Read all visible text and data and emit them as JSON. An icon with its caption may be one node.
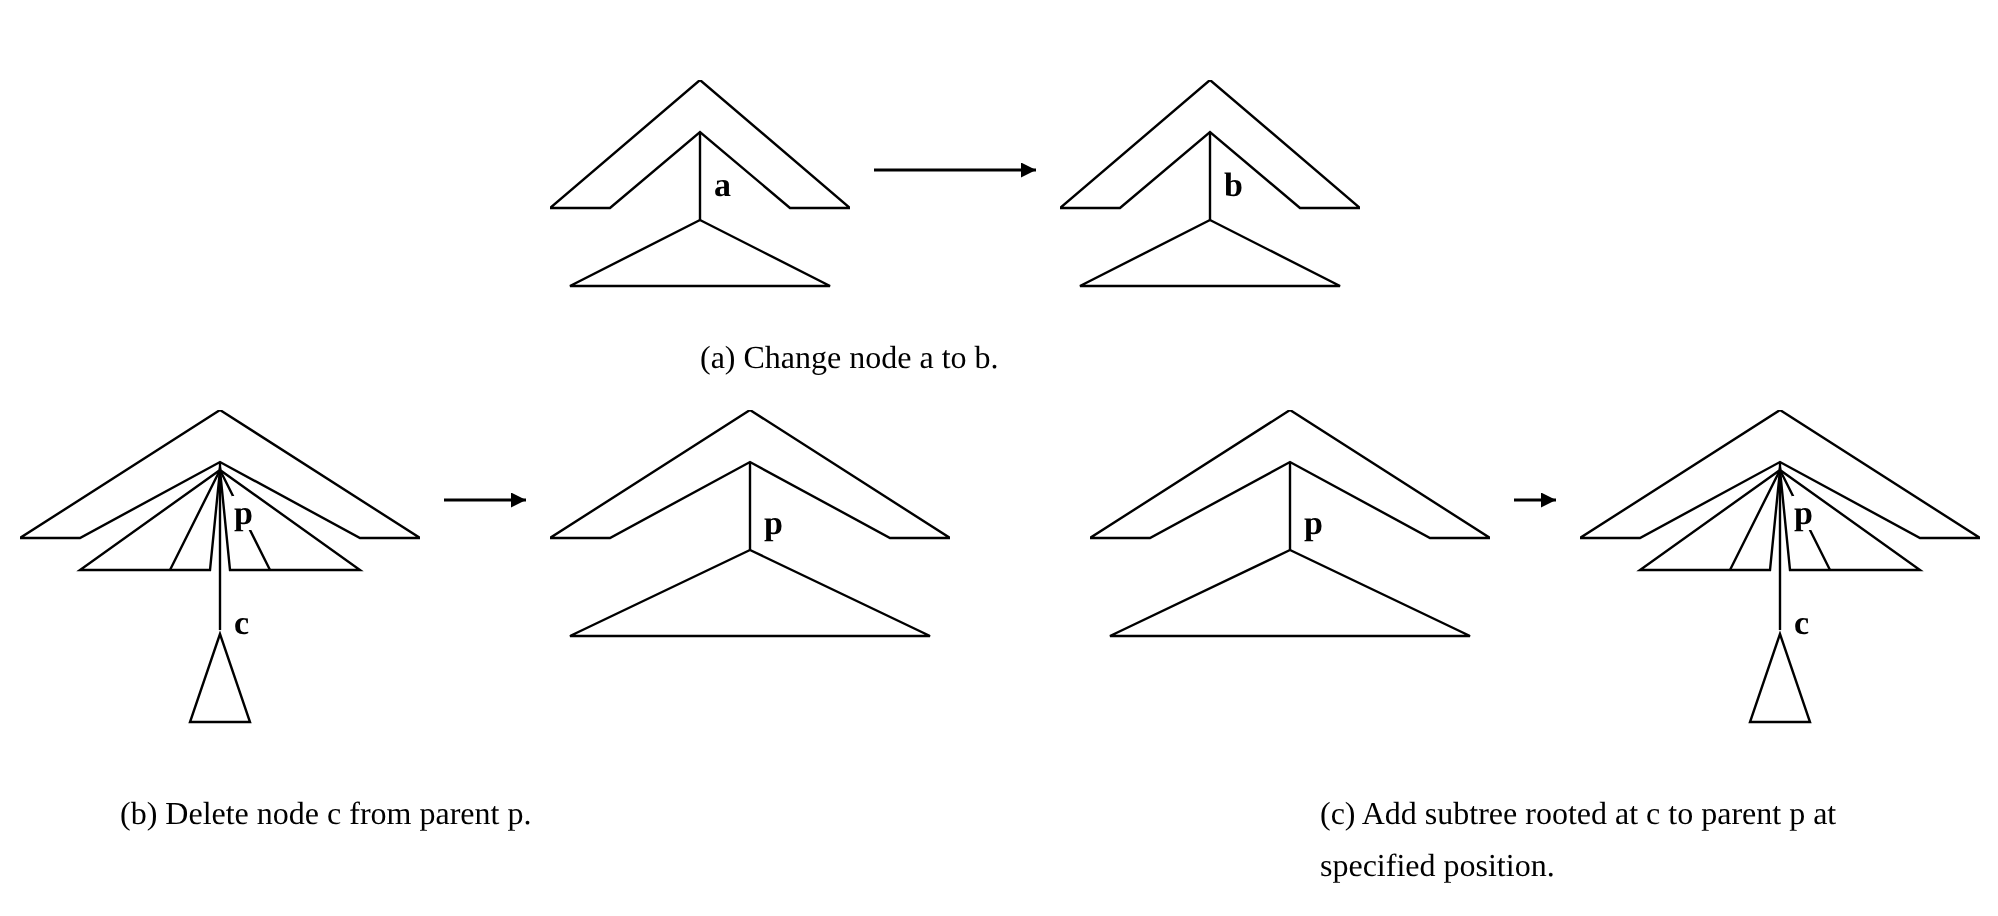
{
  "diagram": {
    "nodes": [
      {
        "text": [
          "a"
        ]
      },
      {
        "text": [
          "b"
        ]
      },
      {
        "text": [
          "p",
          "c"
        ]
      },
      {
        "text": [
          "p"
        ]
      },
      {
        "text": [
          "p"
        ]
      },
      {
        "text": [
          "p",
          "c"
        ]
      }
    ],
    "edges": [
      {
        "from": 0,
        "to": 1,
        "arrow": "to"
      },
      {
        "from": 2,
        "to": 3,
        "arrow": "to"
      },
      {
        "from": 4,
        "to": 5,
        "arrow": "to"
      }
    ],
    "labels": [
      "(a) Change node a to b.",
      "(b) Delete node c from parent p.",
      "(c) Add subtree rooted at c to parent p at specified position."
    ]
  }
}
